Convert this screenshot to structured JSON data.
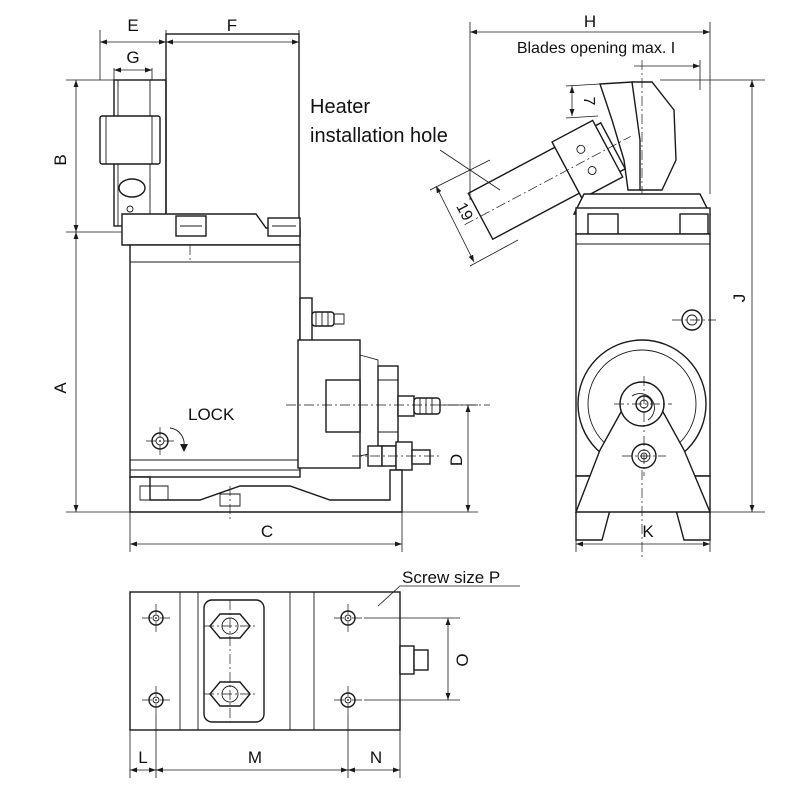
{
  "labels": {
    "E": "E",
    "F": "F",
    "G": "G",
    "B": "B",
    "A": "A",
    "C": "C",
    "D": "D",
    "H": "H",
    "blades_opening": "Blades opening max. I",
    "J": "J",
    "K": "K",
    "L": "L",
    "M": "M",
    "N": "N",
    "O": "O",
    "screw_size": "Screw size P",
    "lock": "LOCK",
    "heater_line1": "Heater",
    "heater_line2": "installation hole",
    "dim_7": "7",
    "dim_19": "19"
  }
}
